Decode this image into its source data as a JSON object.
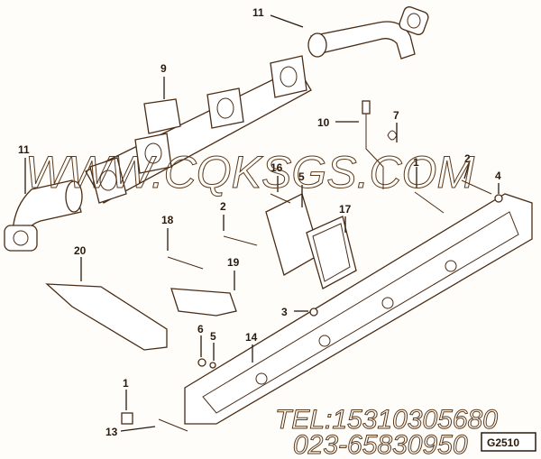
{
  "labels": [
    {
      "id": "11",
      "text": "11"
    },
    {
      "id": "9",
      "text": "9"
    },
    {
      "id": "10",
      "text": "10"
    },
    {
      "id": "7",
      "text": "7"
    },
    {
      "id": "11b",
      "text": "11"
    },
    {
      "id": "16",
      "text": "16"
    },
    {
      "id": "5",
      "text": "5"
    },
    {
      "id": "1b",
      "text": "1"
    },
    {
      "id": "2",
      "text": "2"
    },
    {
      "id": "4",
      "text": "4"
    },
    {
      "id": "17",
      "text": "17"
    },
    {
      "id": "2b",
      "text": "2"
    },
    {
      "id": "18",
      "text": "18"
    },
    {
      "id": "20",
      "text": "20"
    },
    {
      "id": "19",
      "text": "19"
    },
    {
      "id": "3",
      "text": "3"
    },
    {
      "id": "6",
      "text": "6"
    },
    {
      "id": "5b",
      "text": "5"
    },
    {
      "id": "14",
      "text": "14"
    },
    {
      "id": "1",
      "text": "1"
    },
    {
      "id": "13",
      "text": "13"
    }
  ],
  "watermark": {
    "site": "WWW.CQKSGS.COM",
    "tel": "TEL:15310305680",
    "phone2": "023-65830950"
  },
  "figure_code": "G2510",
  "colors": {
    "line": "#4a2c14",
    "label": "#2a1a0c",
    "background": "#fffdfa"
  }
}
